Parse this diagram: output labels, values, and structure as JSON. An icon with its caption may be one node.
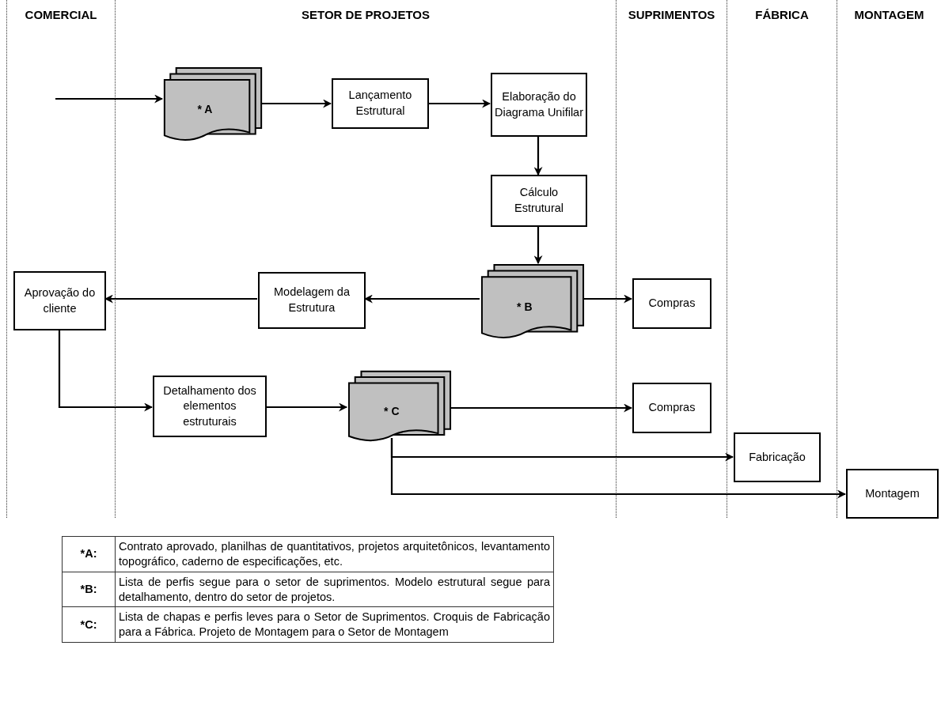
{
  "diagram": {
    "nodes": [
      {
        "text": [
          "COMERCIAL"
        ]
      },
      {
        "text": [
          "SETOR DE PROJETOS"
        ]
      },
      {
        "text": [
          "SUPRIMENTOS"
        ]
      },
      {
        "text": [
          "FÁBRICA"
        ]
      },
      {
        "text": [
          "MONTAGEM"
        ]
      },
      {
        "text": [
          "* A"
        ],
        "in": 1
      },
      {
        "text": [
          "Lançamento Estrutural"
        ],
        "in": 1
      },
      {
        "text": [
          "Elaboração do Diagrama Unifilar"
        ],
        "in": 1
      },
      {
        "text": [
          "Cálculo Estrutural"
        ],
        "in": 1
      },
      {
        "text": [
          "* B"
        ],
        "in": 1
      },
      {
        "text": [
          "Modelagem da Estrutura"
        ],
        "in": 1
      },
      {
        "text": [
          "Aprovação do cliente"
        ],
        "in": 0
      },
      {
        "text": [
          "Compras"
        ],
        "in": 2
      },
      {
        "text": [
          "Detalhamento dos elementos estruturais"
        ],
        "in": 1
      },
      {
        "text": [
          "* C"
        ],
        "in": 1
      },
      {
        "text": [
          "Compras"
        ],
        "in": 2
      },
      {
        "text": [
          "Fabricação"
        ],
        "in": 3
      },
      {
        "text": [
          "Montagem"
        ],
        "in": 4
      }
    ],
    "edges": [
      {
        "from": null,
        "to": 5,
        "arrow": "to"
      },
      {
        "from": 5,
        "to": 6,
        "arrow": "to"
      },
      {
        "from": 6,
        "to": 7,
        "arrow": "to"
      },
      {
        "from": 7,
        "to": 8,
        "arrow": "to"
      },
      {
        "from": 8,
        "to": 9,
        "arrow": "to"
      },
      {
        "from": 9,
        "to": 10,
        "arrow": "to"
      },
      {
        "from": 10,
        "to": 11,
        "arrow": "to"
      },
      {
        "from": 9,
        "to": 12,
        "arrow": "to"
      },
      {
        "from": 11,
        "to": 13,
        "arrow": "to"
      },
      {
        "from": 13,
        "to": 14,
        "arrow": "to"
      },
      {
        "from": 14,
        "to": 15,
        "arrow": "to"
      },
      {
        "from": 14,
        "to": 16,
        "arrow": "to"
      },
      {
        "from": 14,
        "to": 17,
        "arrow": "to"
      }
    ],
    "labels": [
      "*A:",
      "Contrato aprovado, planilhas de quantitativos, projetos arquitetônicos, levantamento topográfico, caderno de especificações, etc.",
      "*B:",
      "Lista de perfis segue para o setor de suprimentos. Modelo estrutural segue para detalhamento, dentro do setor de projetos.",
      "*C:",
      "Lista de chapas e perfis leves para o Setor de Suprimentos. Croquis de Fabricação para a Fábrica. Projeto de Montagem para o Setor de Montagem"
    ]
  }
}
